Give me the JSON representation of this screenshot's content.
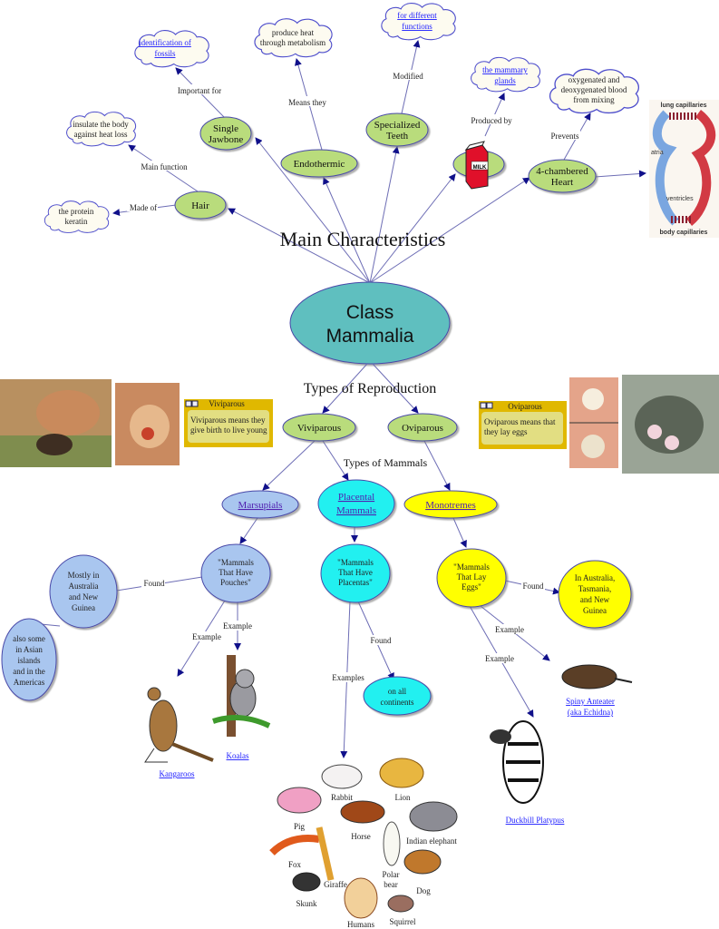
{
  "title": "Main Characteristics",
  "center": [
    "Class",
    "Mammalia"
  ],
  "characteristics": {
    "hair": {
      "label": "Hair",
      "link1": "Made of",
      "cloud1": [
        "the protein",
        "keratin"
      ],
      "link2": "Main  function",
      "cloud2": [
        "insulate the body",
        "against heat loss"
      ]
    },
    "jaw": {
      "label": [
        "Single",
        "Jawbone"
      ],
      "link": "Important for",
      "cloud": [
        "identification of",
        "fossils"
      ]
    },
    "endo": {
      "label": "Endothermic",
      "link": "Means they",
      "cloud": [
        "produce heat",
        "through metabolism"
      ]
    },
    "teeth": {
      "label": [
        "Specialized",
        "Teeth"
      ],
      "link": "Modified",
      "cloud": [
        "for different",
        "functions"
      ]
    },
    "milk": {
      "carton": "MILK",
      "link": "Produced by",
      "cloud": [
        "the mammary",
        "glands"
      ]
    },
    "heart": {
      "label": [
        "4-chambered",
        "Heart"
      ],
      "link": "Prevents",
      "cloud": [
        "oxygenated and",
        "deoxygenated blood",
        "from mixing"
      ],
      "diagram": {
        "top": "lung capillaries",
        "atria": "atria",
        "ventricles": "ventricles",
        "bottom": "body capillaries"
      }
    }
  },
  "reproduction": {
    "title": "Types of Reproduction",
    "viviparous": "Viviparous",
    "oviparous": "Oviparous",
    "note_vivi": {
      "title": "Viviparous",
      "text": [
        "Viviparous means they",
        "give birth to live young"
      ]
    },
    "note_ovi": {
      "title": "Oviparous",
      "text": [
        "Oviparous means that",
        "they lay eggs"
      ]
    }
  },
  "types_title": "Types of Mammals",
  "marsupials": {
    "label": "Marsupials",
    "desc": [
      "\"Mammals",
      "That Have",
      "Pouches\""
    ],
    "found": "Found",
    "where": [
      "Mostly  in",
      "Australia",
      "and New",
      "Guinea"
    ],
    "also": [
      "also some",
      "in Asian",
      "islands",
      "and in the",
      "Americas"
    ],
    "example1": "Example",
    "example2": "Example",
    "kangaroos": "Kangaroos",
    "koalas": "Koalas"
  },
  "placental": {
    "label": [
      "Placental",
      "Mammals"
    ],
    "desc": [
      "\"Mammals",
      "That Have",
      "Placentas\""
    ],
    "found": "Found",
    "where": [
      "on all",
      "continents"
    ],
    "examples": "Examples",
    "animals": [
      "Rabbit",
      "Lion",
      "Pig",
      "Horse",
      "Indian elephant",
      "Fox",
      "Polar",
      "bear",
      "Giraffe",
      "Dog",
      "Skunk",
      "Humans",
      "Squirrel"
    ]
  },
  "monotremes": {
    "label": "Monotremes",
    "desc": [
      "\"Mammals",
      "That Lay",
      "Eggs\""
    ],
    "found": "Found",
    "where": [
      "In Australia,",
      "Tasmania,",
      "and New",
      "Guinea"
    ],
    "example1": "Example",
    "example2": "Example",
    "echidna": [
      "Spiny Anteater",
      "(aka Echidna)"
    ],
    "platypus": "Duckbill Platypus"
  },
  "colors": {
    "green": "#b9dc7c",
    "teal": "#5fbfbf",
    "blue": "#a9c6ef",
    "cyan": "#22f0f0",
    "yellow": "#ffff00"
  }
}
